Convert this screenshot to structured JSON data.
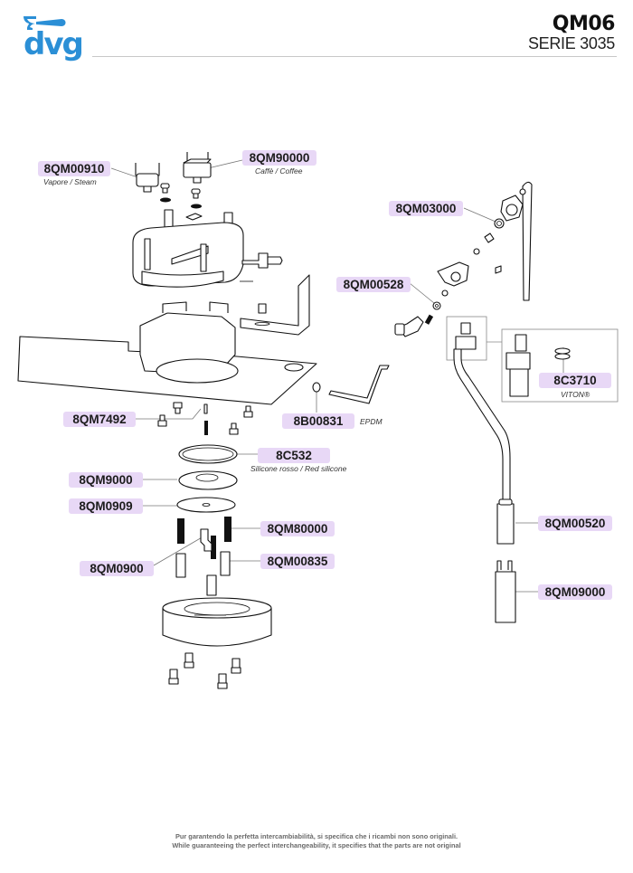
{
  "header": {
    "brand": "dvg",
    "model": "QM06",
    "serie": "SERIE 3035",
    "brand_color": "#2b8fd6"
  },
  "parts": [
    {
      "code": "8QM00910",
      "desc": "Vapore / Steam"
    },
    {
      "code": "8QM90000",
      "desc": "Caffè / Coffee"
    },
    {
      "code": "8QM03000",
      "desc": ""
    },
    {
      "code": "8QM00528",
      "desc": ""
    },
    {
      "code": "8C3710",
      "desc": "VITON®"
    },
    {
      "code": "8QM7492",
      "desc": ""
    },
    {
      "code": "8B00831",
      "desc": "EPDM"
    },
    {
      "code": "8C532",
      "desc": "Silicone rosso / Red silicone"
    },
    {
      "code": "8QM9000",
      "desc": ""
    },
    {
      "code": "8QM0909",
      "desc": ""
    },
    {
      "code": "8QM80000",
      "desc": ""
    },
    {
      "code": "8QM0900",
      "desc": ""
    },
    {
      "code": "8QM00835",
      "desc": ""
    },
    {
      "code": "8QM00520",
      "desc": ""
    },
    {
      "code": "8QM09000",
      "desc": ""
    }
  ],
  "label_color": "#e8d8f6",
  "footer": {
    "line1": "Pur garantendo la perfetta intercambiabilità, si specifica che i ricambi non sono originali.",
    "line2": "While guaranteeing the perfect interchangeability, it specifies that the parts are not original"
  }
}
